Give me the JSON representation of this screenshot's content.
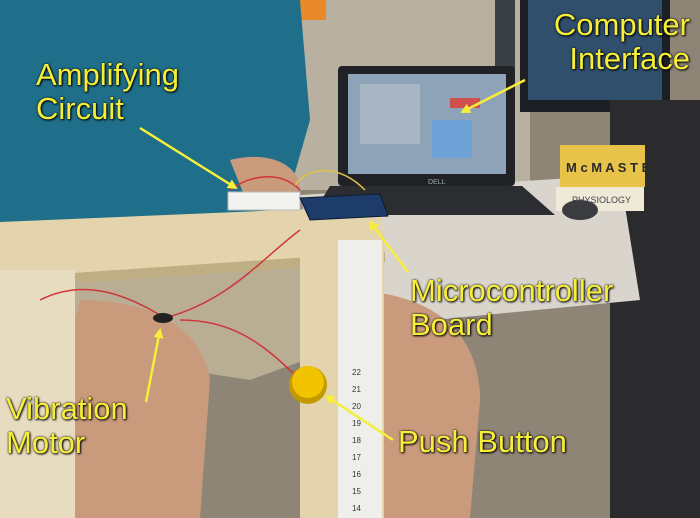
{
  "annotations": {
    "computer_interface": [
      "Computer",
      "Interface"
    ],
    "amplifying_circuit": [
      "Amplifying",
      "Circuit"
    ],
    "microcontroller_board": [
      "Microcontroller",
      "Board"
    ],
    "vibration_motor": [
      "Vibration",
      "Motor"
    ],
    "push_button": "Push Button"
  },
  "book_spine": "M c M A S T E",
  "book_label": "PHYSIOLOGY",
  "laptop_brand": "DELL",
  "ruler_marks": [
    "22",
    "21",
    "20",
    "19",
    "18",
    "17",
    "16",
    "15",
    "14"
  ],
  "colors": {
    "annotation": "#f7ee3a",
    "shirt": "#1f6f8a",
    "shorts": "#b9ae93",
    "wood": "#e4d4ad",
    "button": "#f2c400"
  }
}
